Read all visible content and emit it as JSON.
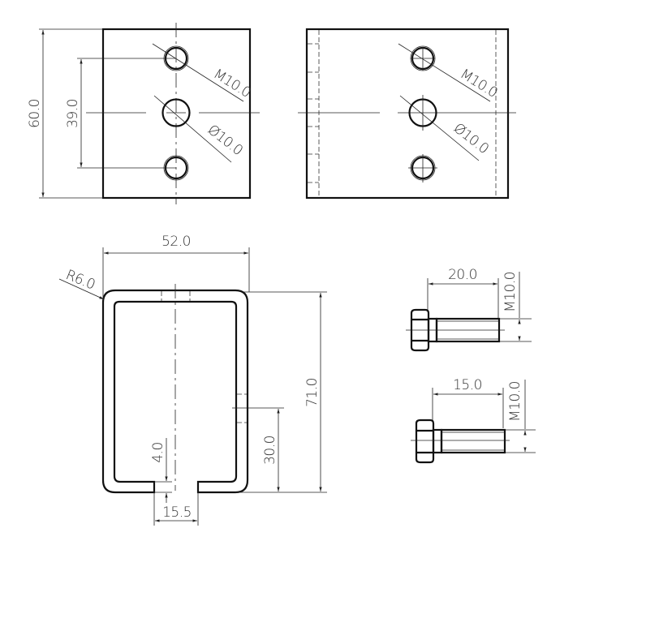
{
  "drawing": {
    "type": "technical drawing",
    "views": {
      "front_plate": {
        "dims": {
          "height": "60.0",
          "hole_spacing": "39.0",
          "thread": "M10.0",
          "hole_diameter": "Ø10.0"
        }
      },
      "side_plate": {
        "dims": {
          "thread": "M10.0",
          "hole_diameter": "Ø10.0"
        }
      },
      "profile_section": {
        "dims": {
          "width": "52.0",
          "radius": "R6.0",
          "height": "71.0",
          "hole_height": "30.0",
          "thickness": "4.0",
          "slot_width": "15.5"
        }
      },
      "bolt_long": {
        "dims": {
          "length": "20.0",
          "thread": "M10.0"
        }
      },
      "bolt_short": {
        "dims": {
          "length": "15.0",
          "thread": "M10.0"
        }
      }
    },
    "colors": {
      "line": "#111111",
      "background": "#ffffff"
    }
  }
}
